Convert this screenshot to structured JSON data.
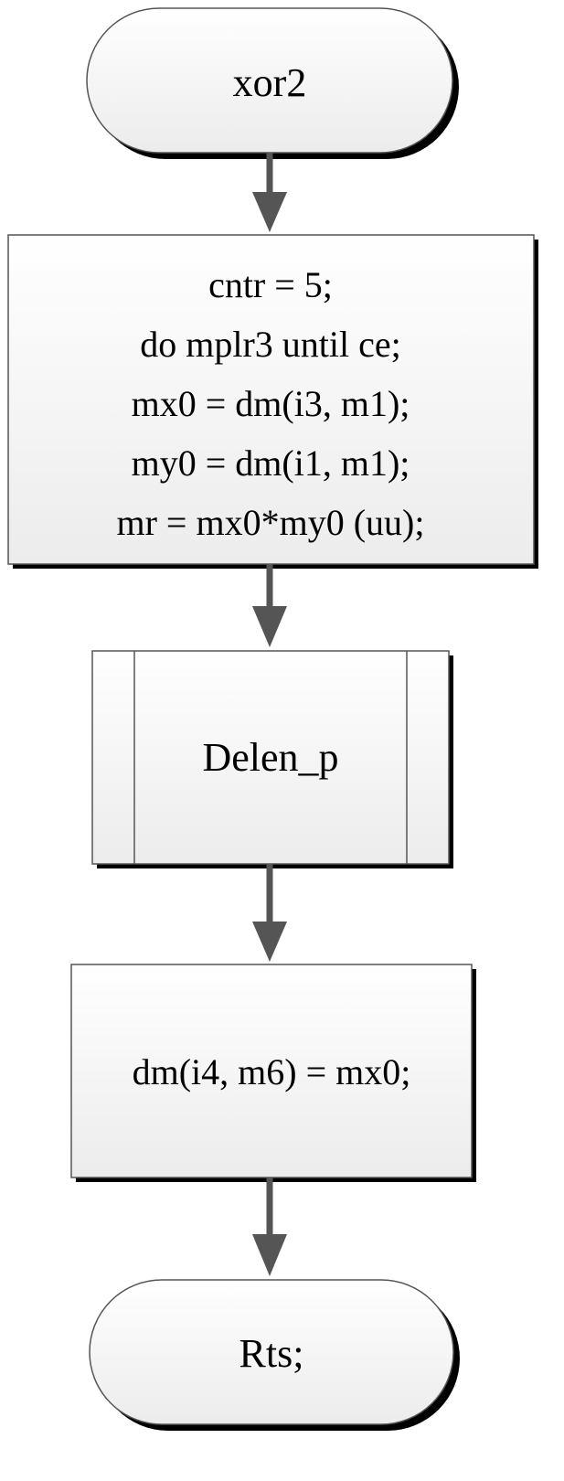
{
  "diagram": {
    "start": {
      "label": "xor2"
    },
    "step1": {
      "lines": [
        "cntr = 5;",
        "do mplr3 until ce;",
        "mx0 = dm(i3, m1);",
        "my0 = dm(i1, m1);",
        "mr = mx0*my0 (uu);"
      ]
    },
    "subroutine": {
      "label": "Delen_p"
    },
    "step2": {
      "label": "dm(i4, m6) = mx0;"
    },
    "end": {
      "label": "Rts;"
    }
  },
  "colors": {
    "arrow": "#555555",
    "stroke": "#555555",
    "shadow": "#000000",
    "fill_top": "#ffffff",
    "fill_bottom": "#ececec"
  }
}
